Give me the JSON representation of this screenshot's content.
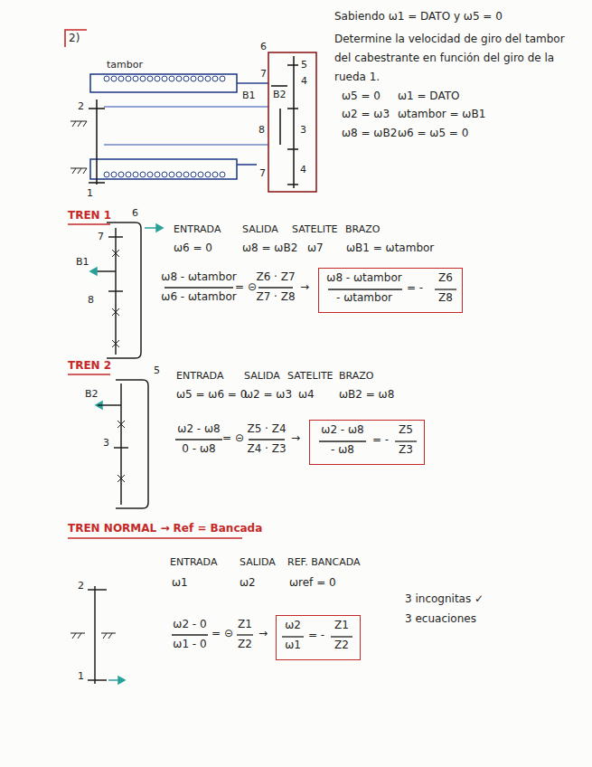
{
  "diagram": {
    "nodes": [
      {
        "text": [
          "ω8 - ωtambor",
          "- ωtambor",
          "= -",
          "Z6",
          "Z8"
        ]
      },
      {
        "text": [
          "ω2 - ω8",
          "- ω8",
          "= -",
          "Z5",
          "Z3"
        ]
      },
      {
        "text": [
          "ω2",
          "ω1",
          "= -",
          "Z1",
          "Z2"
        ]
      }
    ],
    "labels": [
      "2)",
      "tambor",
      "6",
      "5",
      "7",
      "B1",
      "B2",
      "4",
      "2",
      "8",
      "3",
      "7",
      "4",
      "1",
      "Sabiendo ω1 = DATO y ω5 = 0",
      "Determine la velocidad de giro del tambor del cabestrante en función del giro de la rueda 1.",
      "ω5 = 0",
      "ω1 = DATO",
      "ω2 = ω3",
      "ωtambor = ωB1",
      "ω8 = ωB2",
      "ω6 = ω5 = 0",
      "TREN 1",
      "6",
      "7",
      "B1",
      "8",
      "ENTRADA",
      "SALIDA",
      "SATELITE",
      "BRAZO",
      "ω6 = 0",
      "ω8 = ωB2",
      "ω7",
      "ωB1 = ωtambor",
      "ω8 - ωtambor",
      "ω6 - ωtambor",
      "= ⊝",
      "Z6 · Z7",
      "Z7 · Z8",
      "→",
      "TREN 2",
      "5",
      "B2",
      "3",
      "ENTRADA",
      "SALIDA",
      "SATELITE",
      "BRAZO",
      "ω5 = ω6 = 0",
      "ω2 = ω3",
      "ω4",
      "ωB2 = ω8",
      "ω2 - ω8",
      "0 - ω8",
      "= ⊝",
      "Z5 · Z4",
      "Z4 · Z3",
      "→",
      "TREN NORMAL → Ref = Bancada",
      "ENTRADA",
      "SALIDA",
      "REF. BANCADA",
      "ω1",
      "ω2",
      "ωref = 0",
      "2",
      "1",
      "ω2 - 0",
      "ω1 - 0",
      "= ⊝",
      "Z1",
      "Z2",
      "→",
      "3 incognitas ✓",
      "3 ecuaciones"
    ]
  }
}
